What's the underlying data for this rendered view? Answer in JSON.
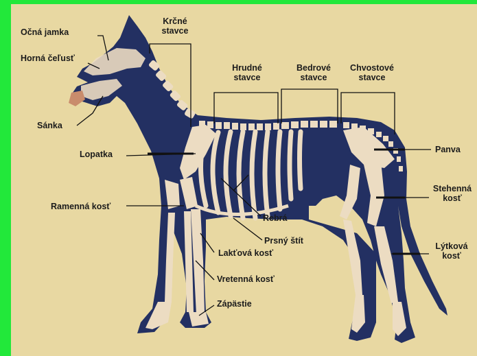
{
  "labels": {
    "ocna_jamka": "Očná jamka",
    "horna_celust": "Horná čeľusť",
    "sanka": "Sánka",
    "lopatka": "Lopatka",
    "ramenna_kost": "Ramenná kosť",
    "krcne_stavce_1": "Krčné",
    "krcne_stavce_2": "stavce",
    "hrudne_stavce_1": "Hrudné",
    "hrudne_stavce_2": "stavce",
    "bedrove_stavce_1": "Bedrové",
    "bedrove_stavce_2": "stavce",
    "chvostove_stavce_1": "Chvostové",
    "chvostove_stavce_2": "stavce",
    "panva": "Panva",
    "stehenna_kost_1": "Stehenná",
    "stehenna_kost_2": "kosť",
    "rebra": "Rebrá",
    "prsny_stit": "Prsný štít",
    "laktova_kost": "Lakťová kosť",
    "vretenna_kost": "Vretenná kosť",
    "zapastie": "Zápästie",
    "lytkova_kost_1": "Lýtková",
    "lytkova_kost_2": "kosť"
  },
  "colors": {
    "border": "#22e83a",
    "background": "#e8d8a2",
    "silhouette": "#233062",
    "bone": "#ecdcc2",
    "bone_shadow": "#c9b48f",
    "line": "#111111"
  }
}
